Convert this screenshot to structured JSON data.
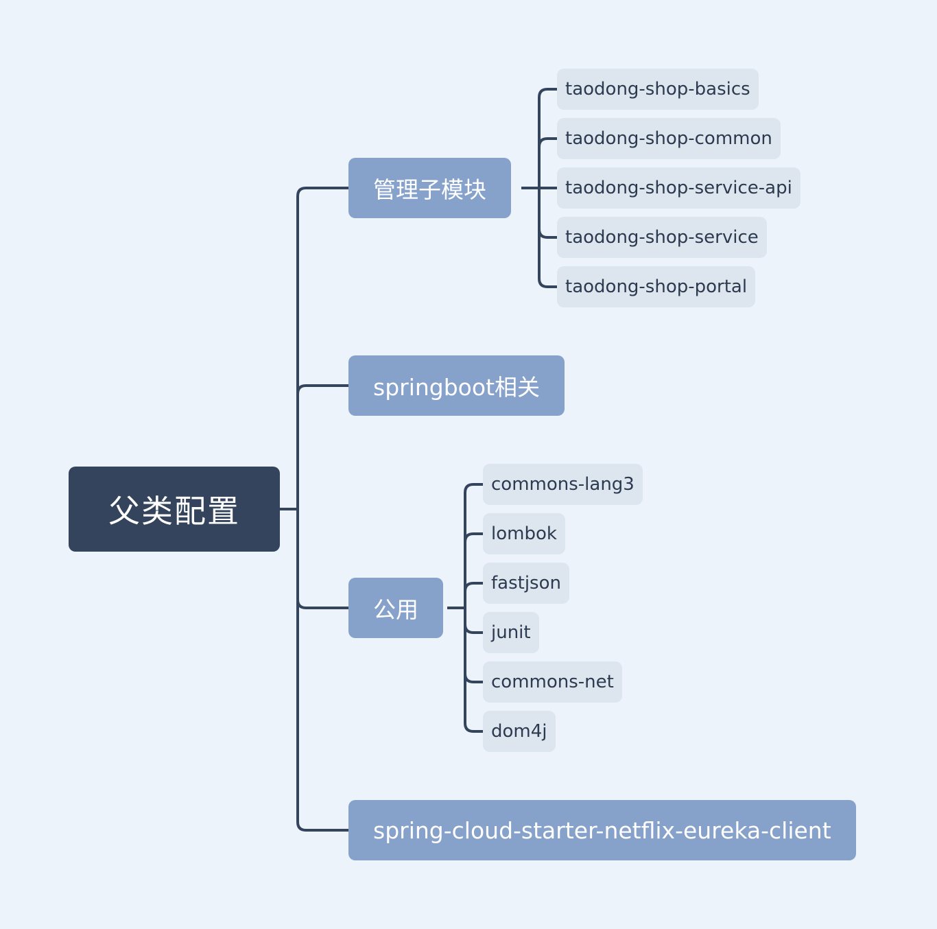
{
  "root": {
    "label": "父类配置"
  },
  "branches": [
    {
      "label": "管理子模块",
      "children": [
        "taodong-shop-basics",
        "taodong-shop-common",
        "taodong-shop-service-api",
        "taodong-shop-service",
        "taodong-shop-portal"
      ]
    },
    {
      "label": "springboot相关",
      "children": []
    },
    {
      "label": "公用",
      "children": [
        "commons-lang3",
        "lombok",
        "fastjson",
        "junit",
        "commons-net",
        "dom4j"
      ]
    },
    {
      "label": "spring-cloud-starter-netflix-eureka-client",
      "children": []
    }
  ],
  "colors": {
    "background": "#ecf3fa",
    "root": "#33445c",
    "branch": "#86a2cb",
    "leaf": "#dde5ee",
    "connector": "#33445c"
  }
}
